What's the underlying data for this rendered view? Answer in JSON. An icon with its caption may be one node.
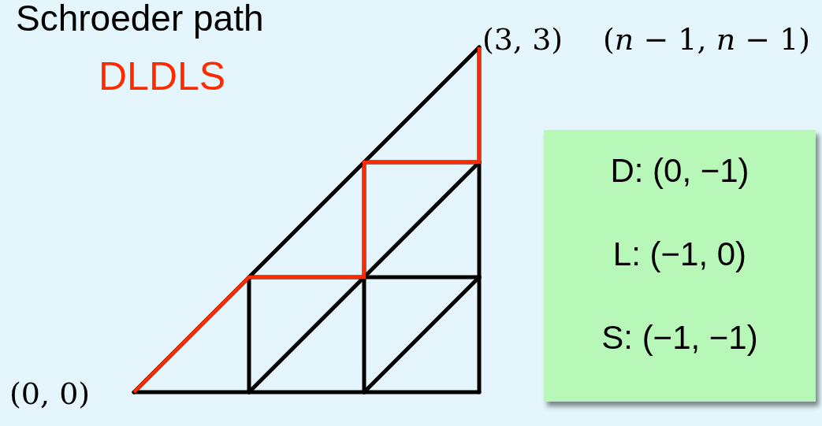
{
  "diagram": {
    "title": "Schroeder path",
    "nodes": [
      {
        "text": [
          "D: (0, −1)",
          "L: (−1, 0)",
          "S: (−1, −1)"
        ]
      }
    ],
    "labels": [
      "DLDLS",
      "(3, 3)",
      "(*n* − 1, *n* − 1)",
      "(0, 0)"
    ]
  }
}
